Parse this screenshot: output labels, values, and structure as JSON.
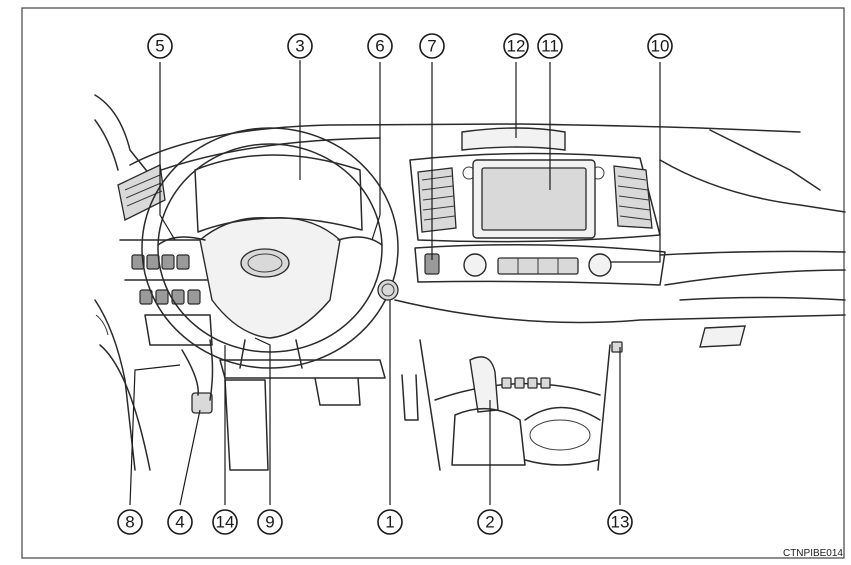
{
  "figure_code": "CTNPIBE014",
  "callouts": [
    {
      "id": "1",
      "label": "1"
    },
    {
      "id": "2",
      "label": "2"
    },
    {
      "id": "3",
      "label": "3"
    },
    {
      "id": "4",
      "label": "4"
    },
    {
      "id": "5",
      "label": "5"
    },
    {
      "id": "6",
      "label": "6"
    },
    {
      "id": "7",
      "label": "7"
    },
    {
      "id": "8",
      "label": "8"
    },
    {
      "id": "9",
      "label": "9"
    },
    {
      "id": "10",
      "label": "10"
    },
    {
      "id": "11",
      "label": "11"
    },
    {
      "id": "12",
      "label": "12"
    },
    {
      "id": "13",
      "label": "13"
    },
    {
      "id": "14",
      "label": "14"
    }
  ]
}
